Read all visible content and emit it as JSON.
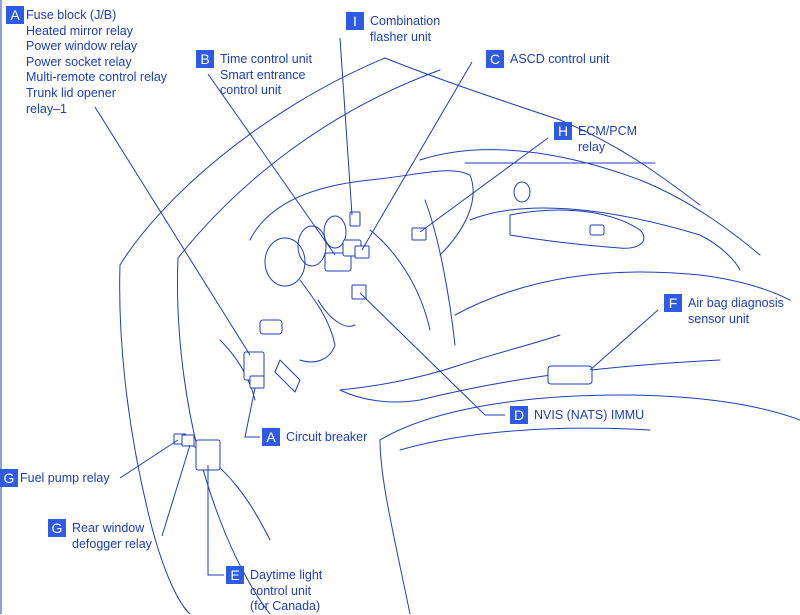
{
  "diagram": {
    "colors": {
      "line": "#1c3fb8",
      "tag_bg": "#2d5be6",
      "tag_text": "#ffffff"
    },
    "callouts": [
      {
        "id": "A-fuse",
        "tag": "A",
        "lines": [
          "Fuse block (J/B)",
          "Heated mirror relay",
          "Power window relay",
          "Power socket relay",
          "Multi-remote control relay",
          "Trunk lid opener",
          "relay–1"
        ]
      },
      {
        "id": "B",
        "tag": "B",
        "lines": [
          "Time control unit",
          "Smart entrance",
          "control unit"
        ]
      },
      {
        "id": "I",
        "tag": "I",
        "lines": [
          "Combination",
          "flasher unit"
        ]
      },
      {
        "id": "C",
        "tag": "C",
        "lines": [
          "ASCD control unit"
        ]
      },
      {
        "id": "H",
        "tag": "H",
        "lines": [
          "ECM/PCM",
          "relay"
        ]
      },
      {
        "id": "F",
        "tag": "F",
        "lines": [
          "Air bag diagnosis",
          "sensor unit"
        ]
      },
      {
        "id": "D",
        "tag": "D",
        "lines": [
          "NVIS (NATS) IMMU"
        ]
      },
      {
        "id": "A-circuit",
        "tag": "A",
        "lines": [
          "Circuit breaker"
        ]
      },
      {
        "id": "G-fuel",
        "tag": "G",
        "lines": [
          "Fuel pump relay"
        ]
      },
      {
        "id": "G-rear",
        "tag": "G",
        "lines": [
          "Rear window",
          "defogger relay"
        ]
      },
      {
        "id": "E",
        "tag": "E",
        "lines": [
          "Daytime light",
          "control unit",
          "(for Canada)"
        ]
      }
    ]
  }
}
